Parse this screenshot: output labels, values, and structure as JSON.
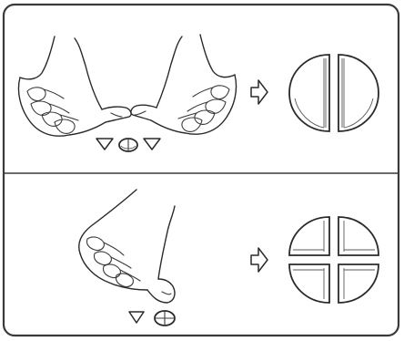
{
  "figure": {
    "panels": [
      {
        "id": "two-hands-split",
        "pieces": 2
      },
      {
        "id": "one-hand-split",
        "pieces": 4
      }
    ],
    "colors": {
      "ink": "#2a2a2a",
      "paper": "#ffffff",
      "frame": "#3a3a3a"
    },
    "icons": [
      "right-hand-icon",
      "left-hand-icon",
      "down-arrow-icon",
      "tablet-icon",
      "right-arrow-icon",
      "half-tablet-icon",
      "quarter-tablet-icon"
    ]
  }
}
